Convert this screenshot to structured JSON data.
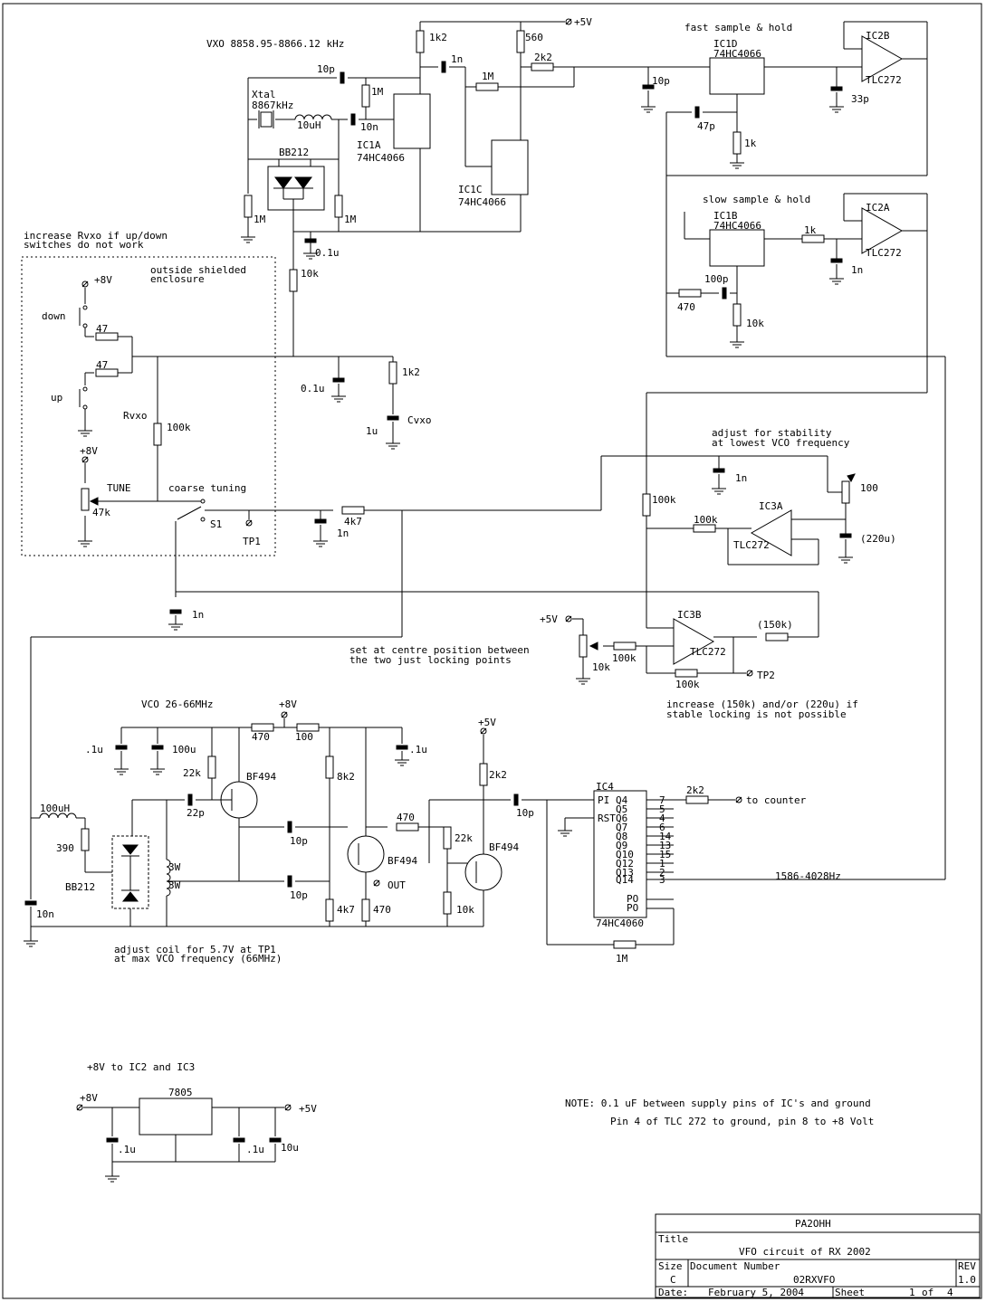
{
  "notes": {
    "vxo_title": "VXO 8858.95-8866.12 kHz",
    "vco_title": "VCO 26-66MHz",
    "fast_sh": "fast sample & hold",
    "slow_sh": "slow sample & hold",
    "increase_rvxo_1": "increase Rvxo if up/down",
    "increase_rvxo_2": "switches do not work",
    "outside_1": "outside shielded",
    "outside_2": "enclosure",
    "adjust_stab_1": "adjust for stability",
    "adjust_stab_2": "at lowest VCO frequency",
    "set_centre_1": "set at centre position between",
    "set_centre_2": "the two just locking points",
    "increase_150k_1": "increase (150k) and/or (220u) if",
    "increase_150k_2": "stable locking is not possible",
    "adjust_coil_1": "adjust coil for 5.7V at TP1",
    "adjust_coil_2": "at max VCO frequency (66MHz)",
    "supply_title": "+8V to IC2 and IC3",
    "note_1": "NOTE: 0.1 uF between supply pins of IC's and ground",
    "note_2": "Pin 4 of TLC 272 to ground, pin 8 to +8 Volt",
    "freq_out": "1586-4028Hz",
    "to_counter": "to counter",
    "coarse": "coarse tuning"
  },
  "components": {
    "ic1a": "IC1A",
    "ic1b": "IC1B",
    "ic1c": "IC1C",
    "ic1d": "IC1D",
    "hc4066": "74HC4066",
    "ic2a": "IC2A",
    "ic2b": "IC2B",
    "ic3a": "IC3A",
    "ic3b": "IC3B",
    "tlc272": "TLC272",
    "ic4": "IC4",
    "hc4060": "74HC4060",
    "xtal": "Xtal",
    "xtal_f": "8867kHz",
    "bb212": "BB212",
    "bf494": "BF494",
    "reg": "7805",
    "rvxo": "Rvxo",
    "cvxo": "Cvxo",
    "tune": "TUNE",
    "s1": "S1",
    "tp1": "TP1",
    "tp2": "TP2",
    "out": "OUT",
    "up": "up",
    "down": "down"
  },
  "supplies": {
    "p5": "+5V",
    "p8": "+8V"
  },
  "values": {
    "1k2": "1k2",
    "560": "560",
    "2k2": "2k2",
    "10p": "10p",
    "1n": "1n",
    "1M": "1M",
    "10uH": "10uH",
    "10n": "10n",
    "33p": "33p",
    "47p": "47p",
    "1k": "1k",
    "0_1u": "0.1u",
    "10k": "10k",
    "100p": "100p",
    "470": "470",
    "47": "47",
    "100k": "100k",
    "1u": "1u",
    "47k": "47k",
    "4k7": "4k7",
    "100": "100",
    "220u": "(220u)",
    "150k": "(150k)",
    "22k": "22k",
    "100u": "100u",
    "d1u": ".1u",
    "8k2": "8k2",
    "22p": "22p",
    "100uH": "100uH",
    "390": "390",
    "3W": "3W",
    "10u": "10u"
  },
  "ic4_pins": {
    "pi": "PI",
    "rst": "RST",
    "po": "PO",
    "pob": "PO",
    "outs": [
      "Q4",
      "Q5",
      "Q6",
      "Q7",
      "Q8",
      "Q9",
      "Q10",
      "Q12",
      "Q13",
      "Q14"
    ],
    "nums": [
      "7",
      "5",
      "4",
      "6",
      "14",
      "13",
      "15",
      "1",
      "2",
      "3"
    ]
  },
  "title_block": {
    "company": "PA2OHH",
    "title_label": "Title",
    "title": "VFO circuit of RX 2002",
    "size_label": "Size",
    "size": "C",
    "docnum_label": "Document Number",
    "docnum": "02RXVFO",
    "rev_label": "REV",
    "rev": "1.0",
    "date_label": "Date:",
    "date": "February  5, 2004",
    "sheet_label": "Sheet",
    "sheet": "1",
    "of_label": "of",
    "of": "4"
  }
}
